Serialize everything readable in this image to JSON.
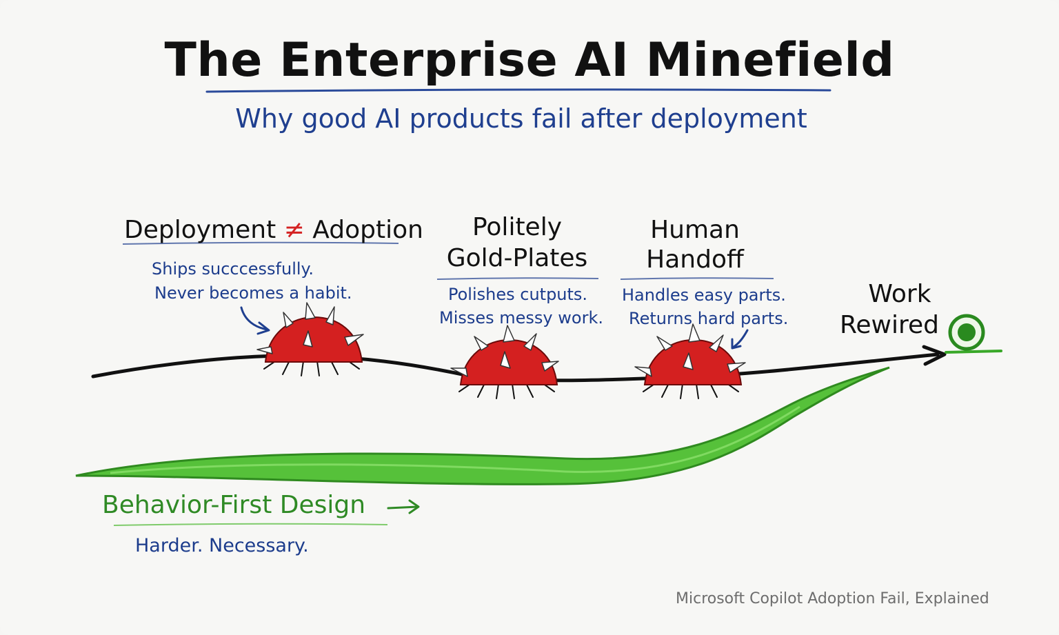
{
  "title": "The Enterprise AI Minefield",
  "subtitle": "Why good AI products fail after deployment",
  "mines": [
    {
      "heading_left": "Deployment",
      "heading_symbol": "≠",
      "heading_right": "Adoption",
      "line1": "Ships succcessfully.",
      "line2": "Never becomes a habit."
    },
    {
      "heading_line1": "Politely",
      "heading_line2": "Gold-Plates",
      "line1": "Polishes cutputs.",
      "line2": "Misses messy work."
    },
    {
      "heading_line1": "Human",
      "heading_line2": "Handoff",
      "line1": "Handles easy parts.",
      "line2": "Returns hard parts."
    }
  ],
  "goal": {
    "line1": "Work",
    "line2": "Rewired"
  },
  "alternative": {
    "title": "Behavior-First Design",
    "subtitle": "Harder. Necessary."
  },
  "footer": "Microsoft Copilot Adoption Fail, Explained",
  "colors": {
    "mine_red": "#d42020",
    "accent_blue": "#1f3f8f",
    "path_green": "#4cb830",
    "ink": "#111111"
  }
}
